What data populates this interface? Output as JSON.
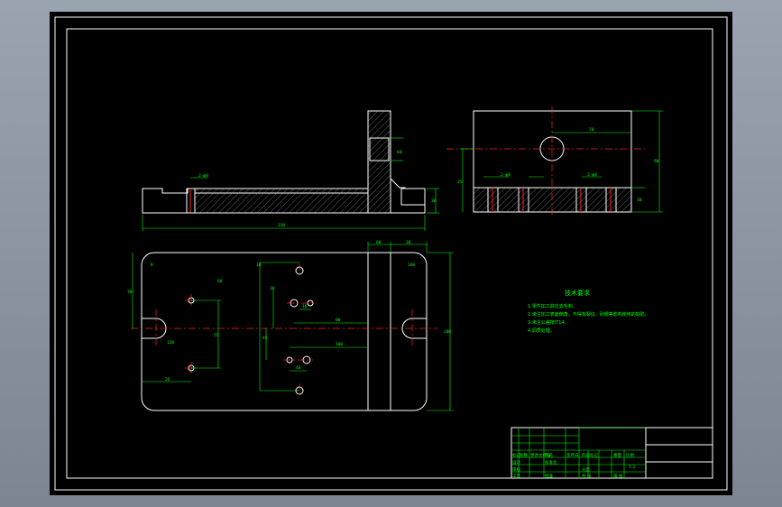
{
  "colors": {
    "background": "#000000",
    "outline": "#ffffff",
    "dimension": "#00ff00",
    "centerline": "#ff2020",
    "window": "#8c96a2"
  },
  "tech_requirements": {
    "title": "技术要求",
    "lines": [
      "1.零件加工前应去毛刺。",
      "2.未注加工表面倒角，不得有裂纹、砂眼等影响使用的缺陷。",
      "3.未注公差按IT14。",
      "4.调质处理。"
    ]
  },
  "dimensions": {
    "front_length": "330",
    "front_height": "30",
    "front_slot": "60",
    "front_hole_a": "2-φ8",
    "front_hole_b": "2-φ8",
    "side_width": "70",
    "side_height": "90",
    "side_depth": "35",
    "side_hole_a": "2-φ8",
    "side_hole_b": "2-φ8",
    "side_base": "30",
    "plan_top_a": "60",
    "plan_top_b": "30",
    "plan_right": "160",
    "plan_left": "R",
    "plan_width": "200",
    "plan_v1": "10",
    "plan_v2": "30",
    "plan_v3": "45",
    "plan_v4": "60",
    "plan_h1": "25",
    "plan_h2": "55",
    "plan_h3": "80",
    "plan_h4": "100",
    "plan_h5": "120",
    "plan_h6": "18",
    "plan_h7": "40",
    "plan_side": "70"
  },
  "title_block": {
    "design": "设计",
    "check": "审核",
    "process": "工艺",
    "approve": "批准",
    "stage_mark": "阶段标记",
    "weight": "重量",
    "scale": "比例",
    "scale_value": "1:2",
    "sheet": "共 张",
    "sheet_no": "第 张",
    "mark": "标记",
    "count": "处数",
    "zone": "分区",
    "change_no": "更改文件号",
    "sign": "签名",
    "date": "年月日",
    "standard": "标准化"
  }
}
